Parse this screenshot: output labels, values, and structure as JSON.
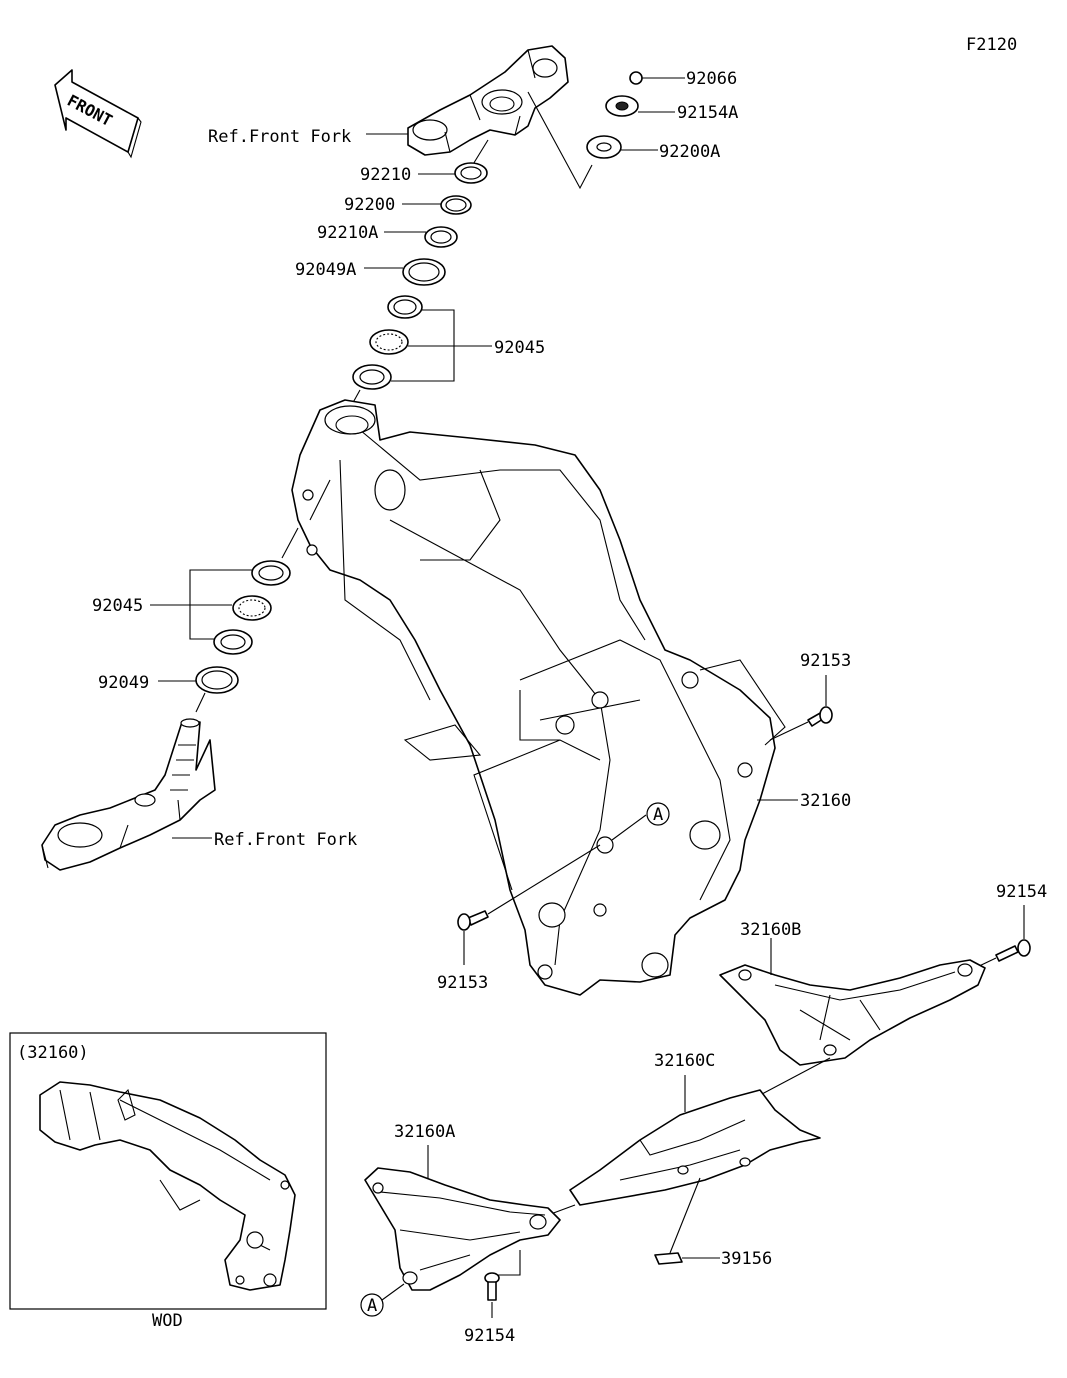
{
  "figure_code": "F2120",
  "direction_badge": "FRONT",
  "labels": {
    "ref_front_fork_top": "Ref.Front Fork",
    "ref_front_fork_bottom": "Ref.Front Fork",
    "p92066": "92066",
    "p92154A": "92154A",
    "p92200A": "92200A",
    "p92210": "92210",
    "p92200": "92200",
    "p92210A": "92210A",
    "p92049A": "92049A",
    "p92045_upper": "92045",
    "p92045_lower": "92045",
    "p92049": "92049",
    "p92153_right": "92153",
    "p92153_left": "92153",
    "p32160": "32160",
    "p92154_right": "92154",
    "p32160B": "32160B",
    "p32160C": "32160C",
    "p32160A": "32160A",
    "p39156": "39156",
    "p92154_bottom": "92154",
    "ref_a_frame": "A",
    "ref_a_bracket": "A"
  },
  "inset": {
    "title": "(32160)",
    "caption": "WOD"
  },
  "icons": {
    "front_arrow": "front-arrow-icon"
  }
}
